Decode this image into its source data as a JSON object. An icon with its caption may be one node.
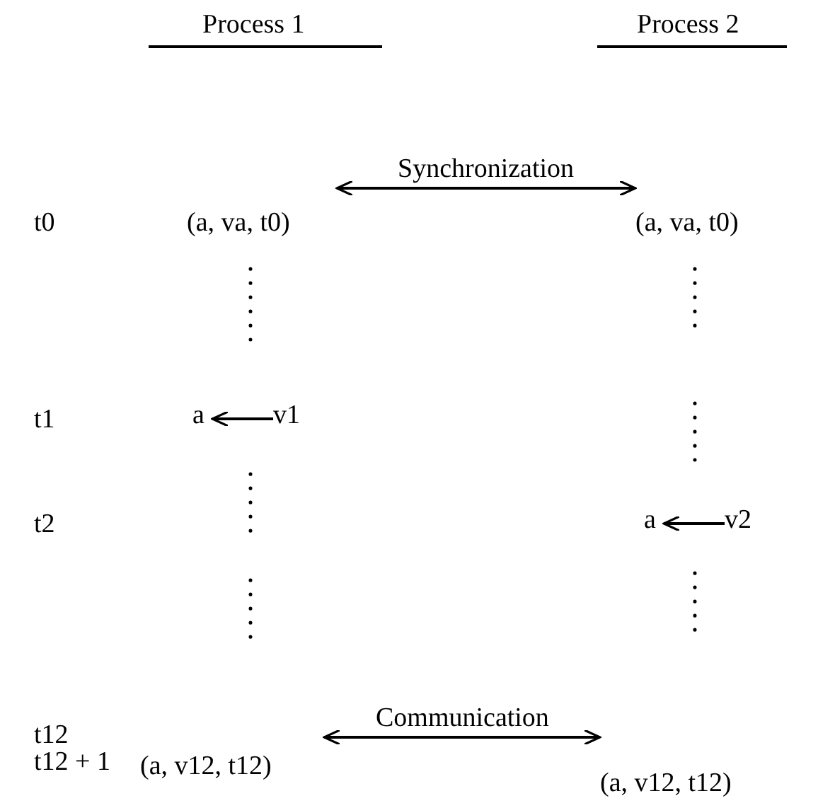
{
  "diagram": {
    "nodes": [
      {
        "text": [
          "(a, va, t0)"
        ]
      },
      {
        "text": [
          "(a, va, t0)"
        ]
      },
      {
        "text": [
          "a"
        ]
      },
      {
        "text": [
          "v1"
        ]
      },
      {
        "text": [
          "a"
        ]
      },
      {
        "text": [
          "v2"
        ]
      },
      {
        "text": [
          "(a, v12, t12)"
        ]
      },
      {
        "text": [
          "(a, v12, t12)"
        ]
      }
    ],
    "edges": [
      {
        "from": 0,
        "to": 1,
        "arrow": "both",
        "label": "Synchronization"
      },
      {
        "from": 3,
        "to": 2,
        "arrow": "to"
      },
      {
        "from": 5,
        "to": 4,
        "arrow": "to"
      },
      {
        "from": 6,
        "to": 7,
        "arrow": "both",
        "label": "Communication"
      }
    ],
    "labels": [
      "Process 1",
      "Process 2",
      "t0",
      "t1",
      "t2",
      "t12",
      "t12 + 1"
    ]
  }
}
